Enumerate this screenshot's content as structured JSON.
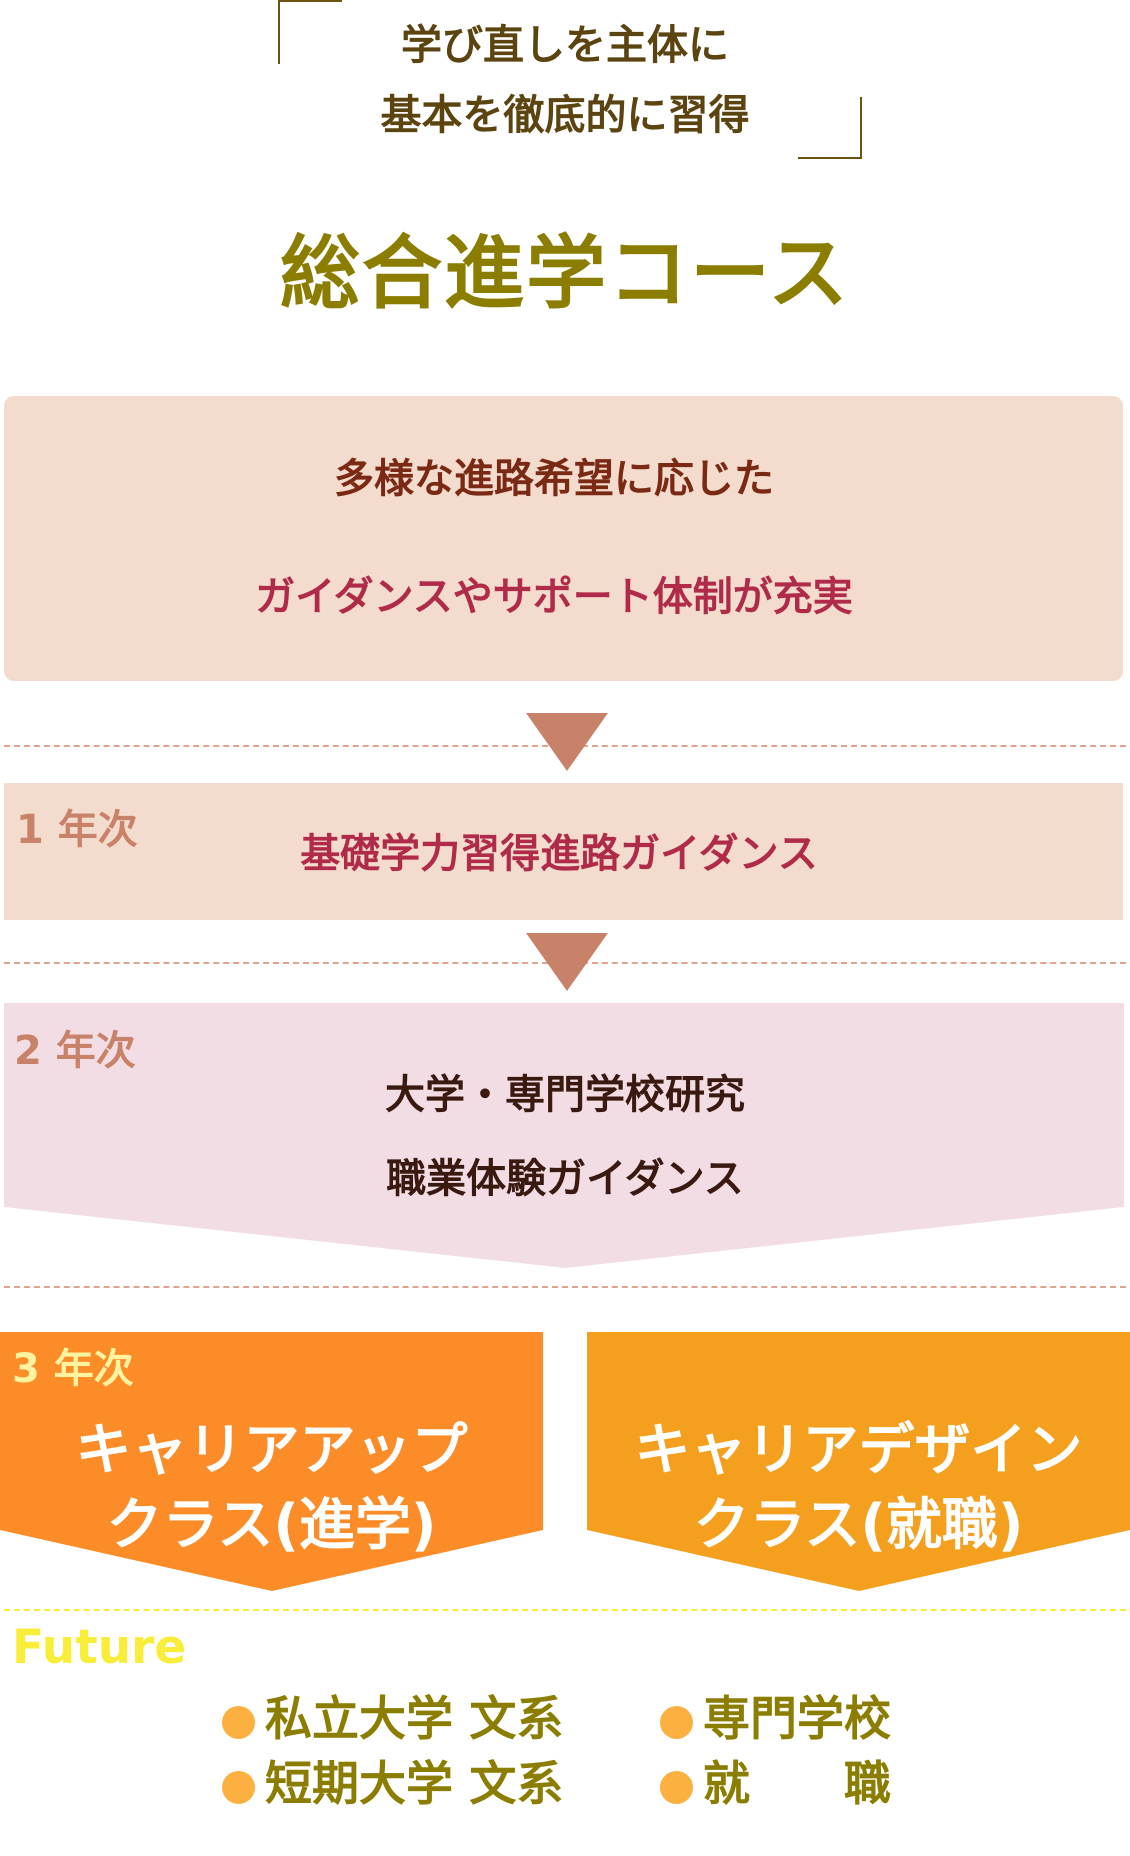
{
  "tagline": {
    "line1": "学び直しを主体に",
    "line2": "基本を徹底的に習得"
  },
  "course_title": "総合進学コース",
  "overview": {
    "line1": "多様な進路希望に応じた",
    "line2": "ガイダンスやサポート体制が充実"
  },
  "year1": {
    "label": "1 年次",
    "text": "基礎学力習得進路ガイダンス"
  },
  "year2": {
    "label": "2 年次",
    "line1": "大学・専門学校研究",
    "line2": "職業体験ガイダンス"
  },
  "year3": {
    "label": "3 年次",
    "classes": [
      {
        "line1": "キャリアアップ",
        "line2": "クラス(進学)",
        "color": "#fb8c28"
      },
      {
        "line1": "キャリアデザイン",
        "line2": "クラス(就職)",
        "color": "#f59f1f"
      }
    ]
  },
  "future": {
    "label": "Future",
    "items": [
      "私立大学 文系",
      "短期大学 文系",
      "専門学校",
      "就　　職"
    ]
  },
  "colors": {
    "title": "#8b7d00",
    "overview_line1": "#7a2a14",
    "accent_crimson": "#b02a4a",
    "arrow": "#c9826a"
  }
}
